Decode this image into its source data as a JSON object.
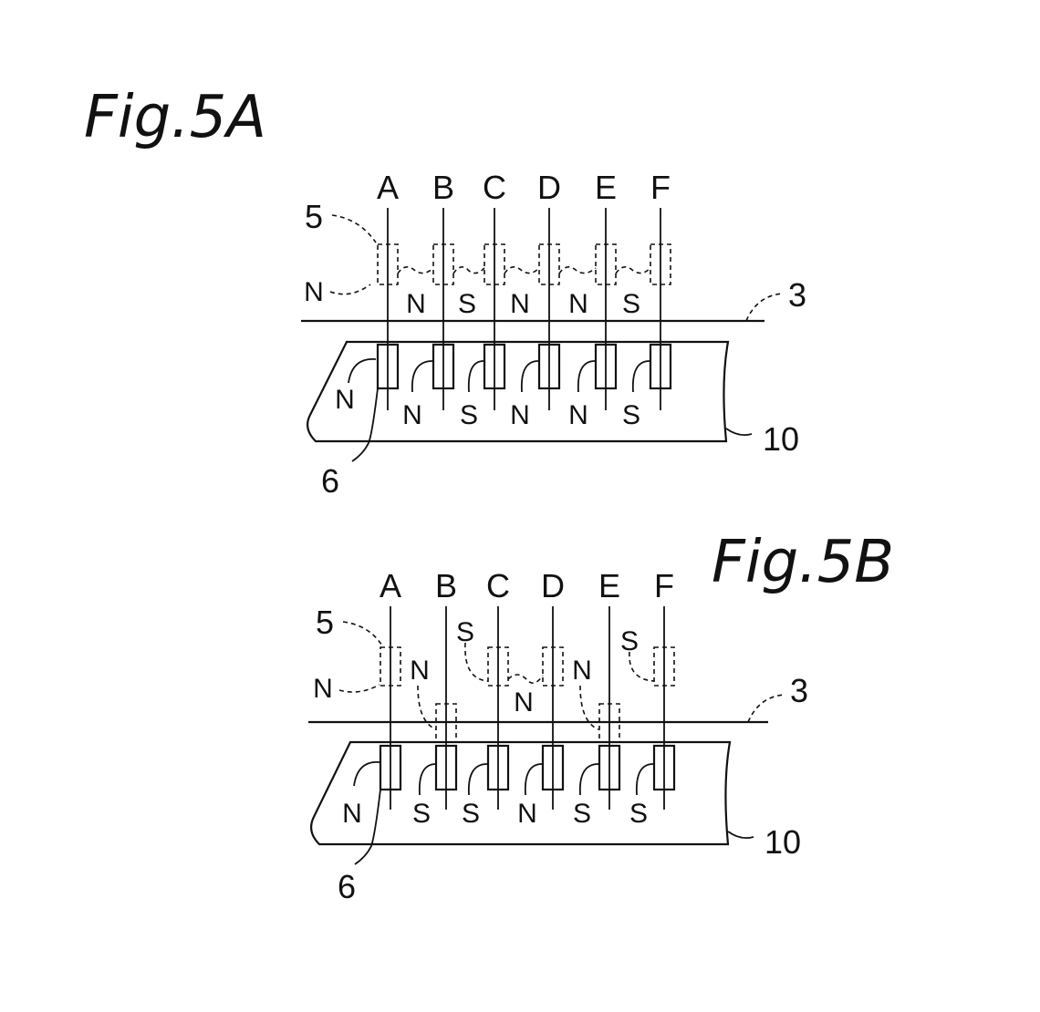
{
  "fig_a": {
    "title": "Fig.5A",
    "columns": [
      "A",
      "B",
      "C",
      "D",
      "E",
      "F"
    ],
    "upper_poles": [
      "N",
      "N",
      "S",
      "N",
      "N",
      "S"
    ],
    "lower_poles": [
      "N",
      "N",
      "S",
      "N",
      "N",
      "S"
    ],
    "ref_upper": "5",
    "ref_line": "3",
    "ref_body": "10",
    "ref_lower": "6"
  },
  "fig_b": {
    "title": "Fig.5B",
    "columns": [
      "A",
      "B",
      "C",
      "D",
      "E",
      "F"
    ],
    "upper_poles": [
      "N",
      "N",
      "S",
      "N",
      "N",
      "S"
    ],
    "lower_poles": [
      "N",
      "S",
      "S",
      "N",
      "S",
      "S"
    ],
    "ref_upper": "5",
    "ref_line": "3",
    "ref_body": "10",
    "ref_lower": "6"
  }
}
